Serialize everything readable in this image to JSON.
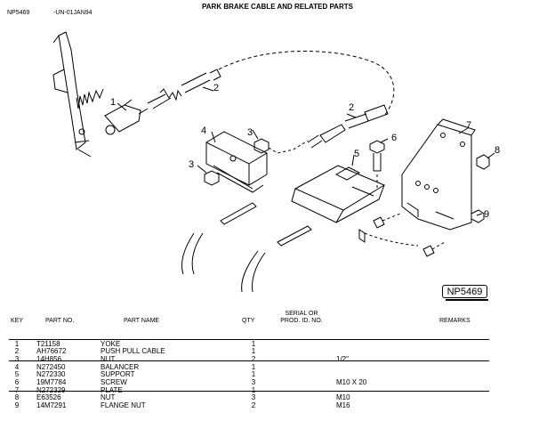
{
  "header": {
    "code": "NP5469",
    "date": "-UN-01JAN94",
    "title": "PARK BRAKE CABLE AND RELATED PARTS"
  },
  "diagram": {
    "callouts": [
      "1",
      "2",
      "2",
      "3",
      "3",
      "4",
      "5",
      "6",
      "7",
      "8",
      "9"
    ],
    "figure_label": "NP5469"
  },
  "table": {
    "headers": {
      "key": "KEY",
      "part_no": "PART NO.",
      "part_name": "PART NAME",
      "qty": "QTY",
      "serial_line1": "SERIAL OR",
      "serial_line2": "PROD. ID. NO.",
      "remarks": "REMARKS"
    },
    "rows": [
      {
        "key": "1",
        "part_no": "T21158",
        "part_name": "YOKE",
        "qty": "1",
        "serial": "",
        "remarks": ""
      },
      {
        "key": "2",
        "part_no": "AH76672",
        "part_name": "PUSH PULL CABLE",
        "qty": "1",
        "serial": "",
        "remarks": ""
      },
      {
        "key": "3",
        "part_no": "14H856",
        "part_name": "NUT",
        "qty": "2",
        "serial": "",
        "remarks": "1/2\""
      },
      {
        "key": "4",
        "part_no": "N272450",
        "part_name": "BALANCER",
        "qty": "1",
        "serial": "",
        "remarks": ""
      },
      {
        "key": "5",
        "part_no": "N272330",
        "part_name": "SUPPORT",
        "qty": "1",
        "serial": "",
        "remarks": ""
      },
      {
        "key": "6",
        "part_no": "19M7784",
        "part_name": "SCREW",
        "qty": "3",
        "serial": "",
        "remarks": "M10 X 20"
      },
      {
        "key": "7",
        "part_no": "N272329",
        "part_name": "PLATE",
        "qty": "1",
        "serial": "",
        "remarks": ""
      },
      {
        "key": "8",
        "part_no": "E63526",
        "part_name": "NUT",
        "qty": "3",
        "serial": "",
        "remarks": "M10"
      },
      {
        "key": "9",
        "part_no": "14M7291",
        "part_name": "FLANGE NUT",
        "qty": "2",
        "serial": "",
        "remarks": "M16"
      }
    ]
  }
}
